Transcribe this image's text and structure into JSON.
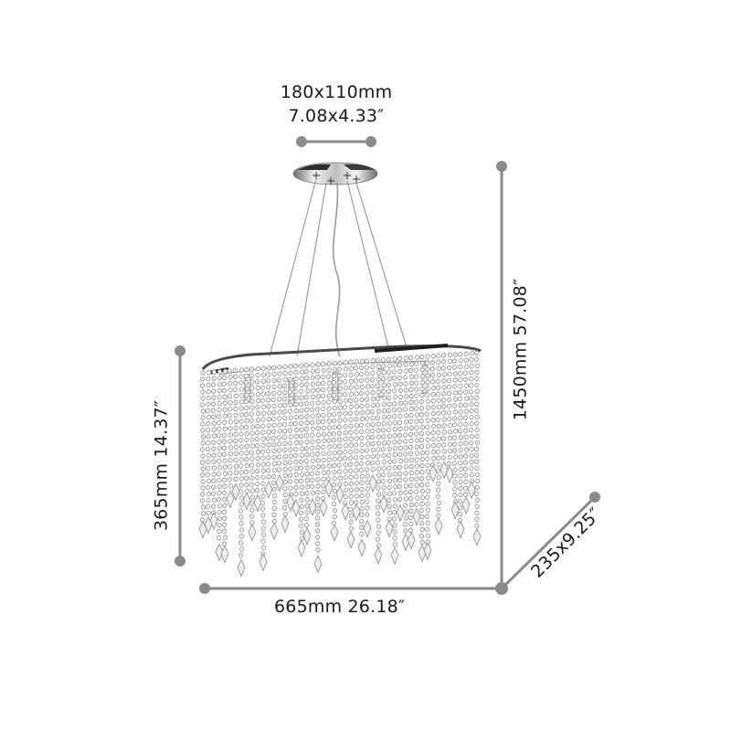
{
  "diagram": {
    "type": "product-dimension-drawing",
    "subject": "crystal-strand-oval-chandelier",
    "colors": {
      "background": "#ffffff",
      "dimension_line": "#8a8a8a",
      "dimension_dot": "#8a8a8a",
      "text": "#1a1a1a",
      "chrome": "#c8c8c8",
      "chrome_dark": "#3a3a3a",
      "crystal": "#b9b9b9"
    },
    "dimensions": {
      "canopy": {
        "metric": "180x110mm",
        "imperial": "7.08x4.33″"
      },
      "total_height": {
        "metric": "1450mm",
        "imperial": "57.08″",
        "label": "1450mm  57.08″"
      },
      "body_height": {
        "metric": "365mm",
        "imperial": "14.37″",
        "label": "365mm  14.37″"
      },
      "width": {
        "metric": "665mm",
        "imperial": "26.18″",
        "label": "665mm   26.18″"
      },
      "depth": {
        "label": "235x9.25″"
      }
    }
  }
}
